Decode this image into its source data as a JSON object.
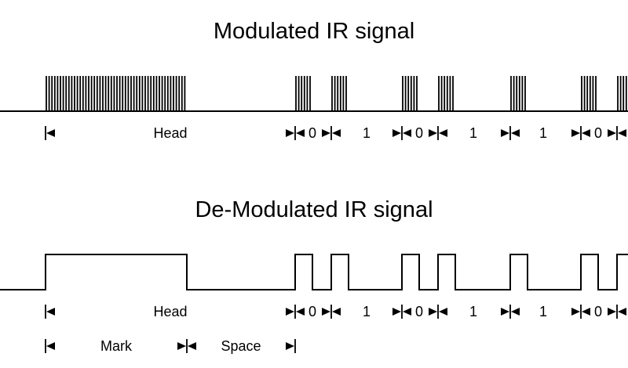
{
  "modulated": {
    "title": "Modulated IR signal",
    "head_label": "Head",
    "bits": [
      "0",
      "1",
      "0",
      "1",
      "1",
      "0"
    ]
  },
  "demodulated": {
    "title": "De-Modulated IR signal",
    "head_label": "Head",
    "bits": [
      "0",
      "1",
      "0",
      "1",
      "1",
      "0"
    ],
    "mark_label": "Mark",
    "space_label": "Space"
  },
  "colors": {
    "line": "#000000",
    "background": "#ffffff"
  }
}
